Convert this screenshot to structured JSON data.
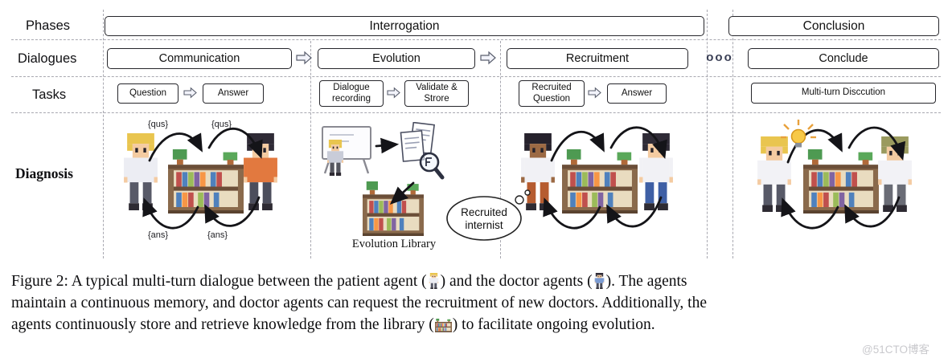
{
  "figure": {
    "row_labels": {
      "phases": "Phases",
      "dialogues": "Dialogues",
      "tasks": "Tasks",
      "diagnosis": "Diagnosis"
    },
    "phases": {
      "interrogation": "Interrogation",
      "conclusion": "Conclusion"
    },
    "dialogues": {
      "communication": "Communication",
      "evolution": "Evolution",
      "recruitment": "Recruitment",
      "ellipsis": "ooo",
      "conclude": "Conclude"
    },
    "tasks": {
      "question": "Question",
      "answer": "Answer",
      "dialogue_recording": "Dialogue recording",
      "validate_store": "Validate & Strore",
      "recruited_question": "Recruited Question",
      "answer2": "Answer",
      "multi_turn_discussion": "Multi-turn Disccution"
    },
    "diagnosis": {
      "qus_label_1": "{qus}",
      "qus_label_2": "{qus}",
      "ans_label_1": "{ans}",
      "ans_label_2": "{ans}",
      "evolution_library_label": "Evolution Library",
      "bubble_line1": "Recruited",
      "bubble_line2": "internist"
    }
  },
  "caption": {
    "line1_before_patient_icon": "Figure 2: A typical multi-turn dialogue between the patient agent (",
    "line1_between_icons": ") and the doctor agents (",
    "line1_after_doctor_icon": "). The agents",
    "line2": "maintain a continuous memory, and doctor agents can request the recruitment of new doctors. Additionally, the",
    "line3_before_library_icon": "agents continuously store and retrieve knowledge from the library (",
    "line3_after_library_icon": ") to facilitate ongoing evolution."
  },
  "watermark": "@51CTO博客",
  "colors": {
    "dashed_line": "#a8a8b0",
    "box_border": "#26262b",
    "flow_arrow_fill": "#f2f3fa",
    "bulb": "#f7c948",
    "shelf_wood": "#8a6a4c",
    "arrow_stroke": "#141418"
  }
}
